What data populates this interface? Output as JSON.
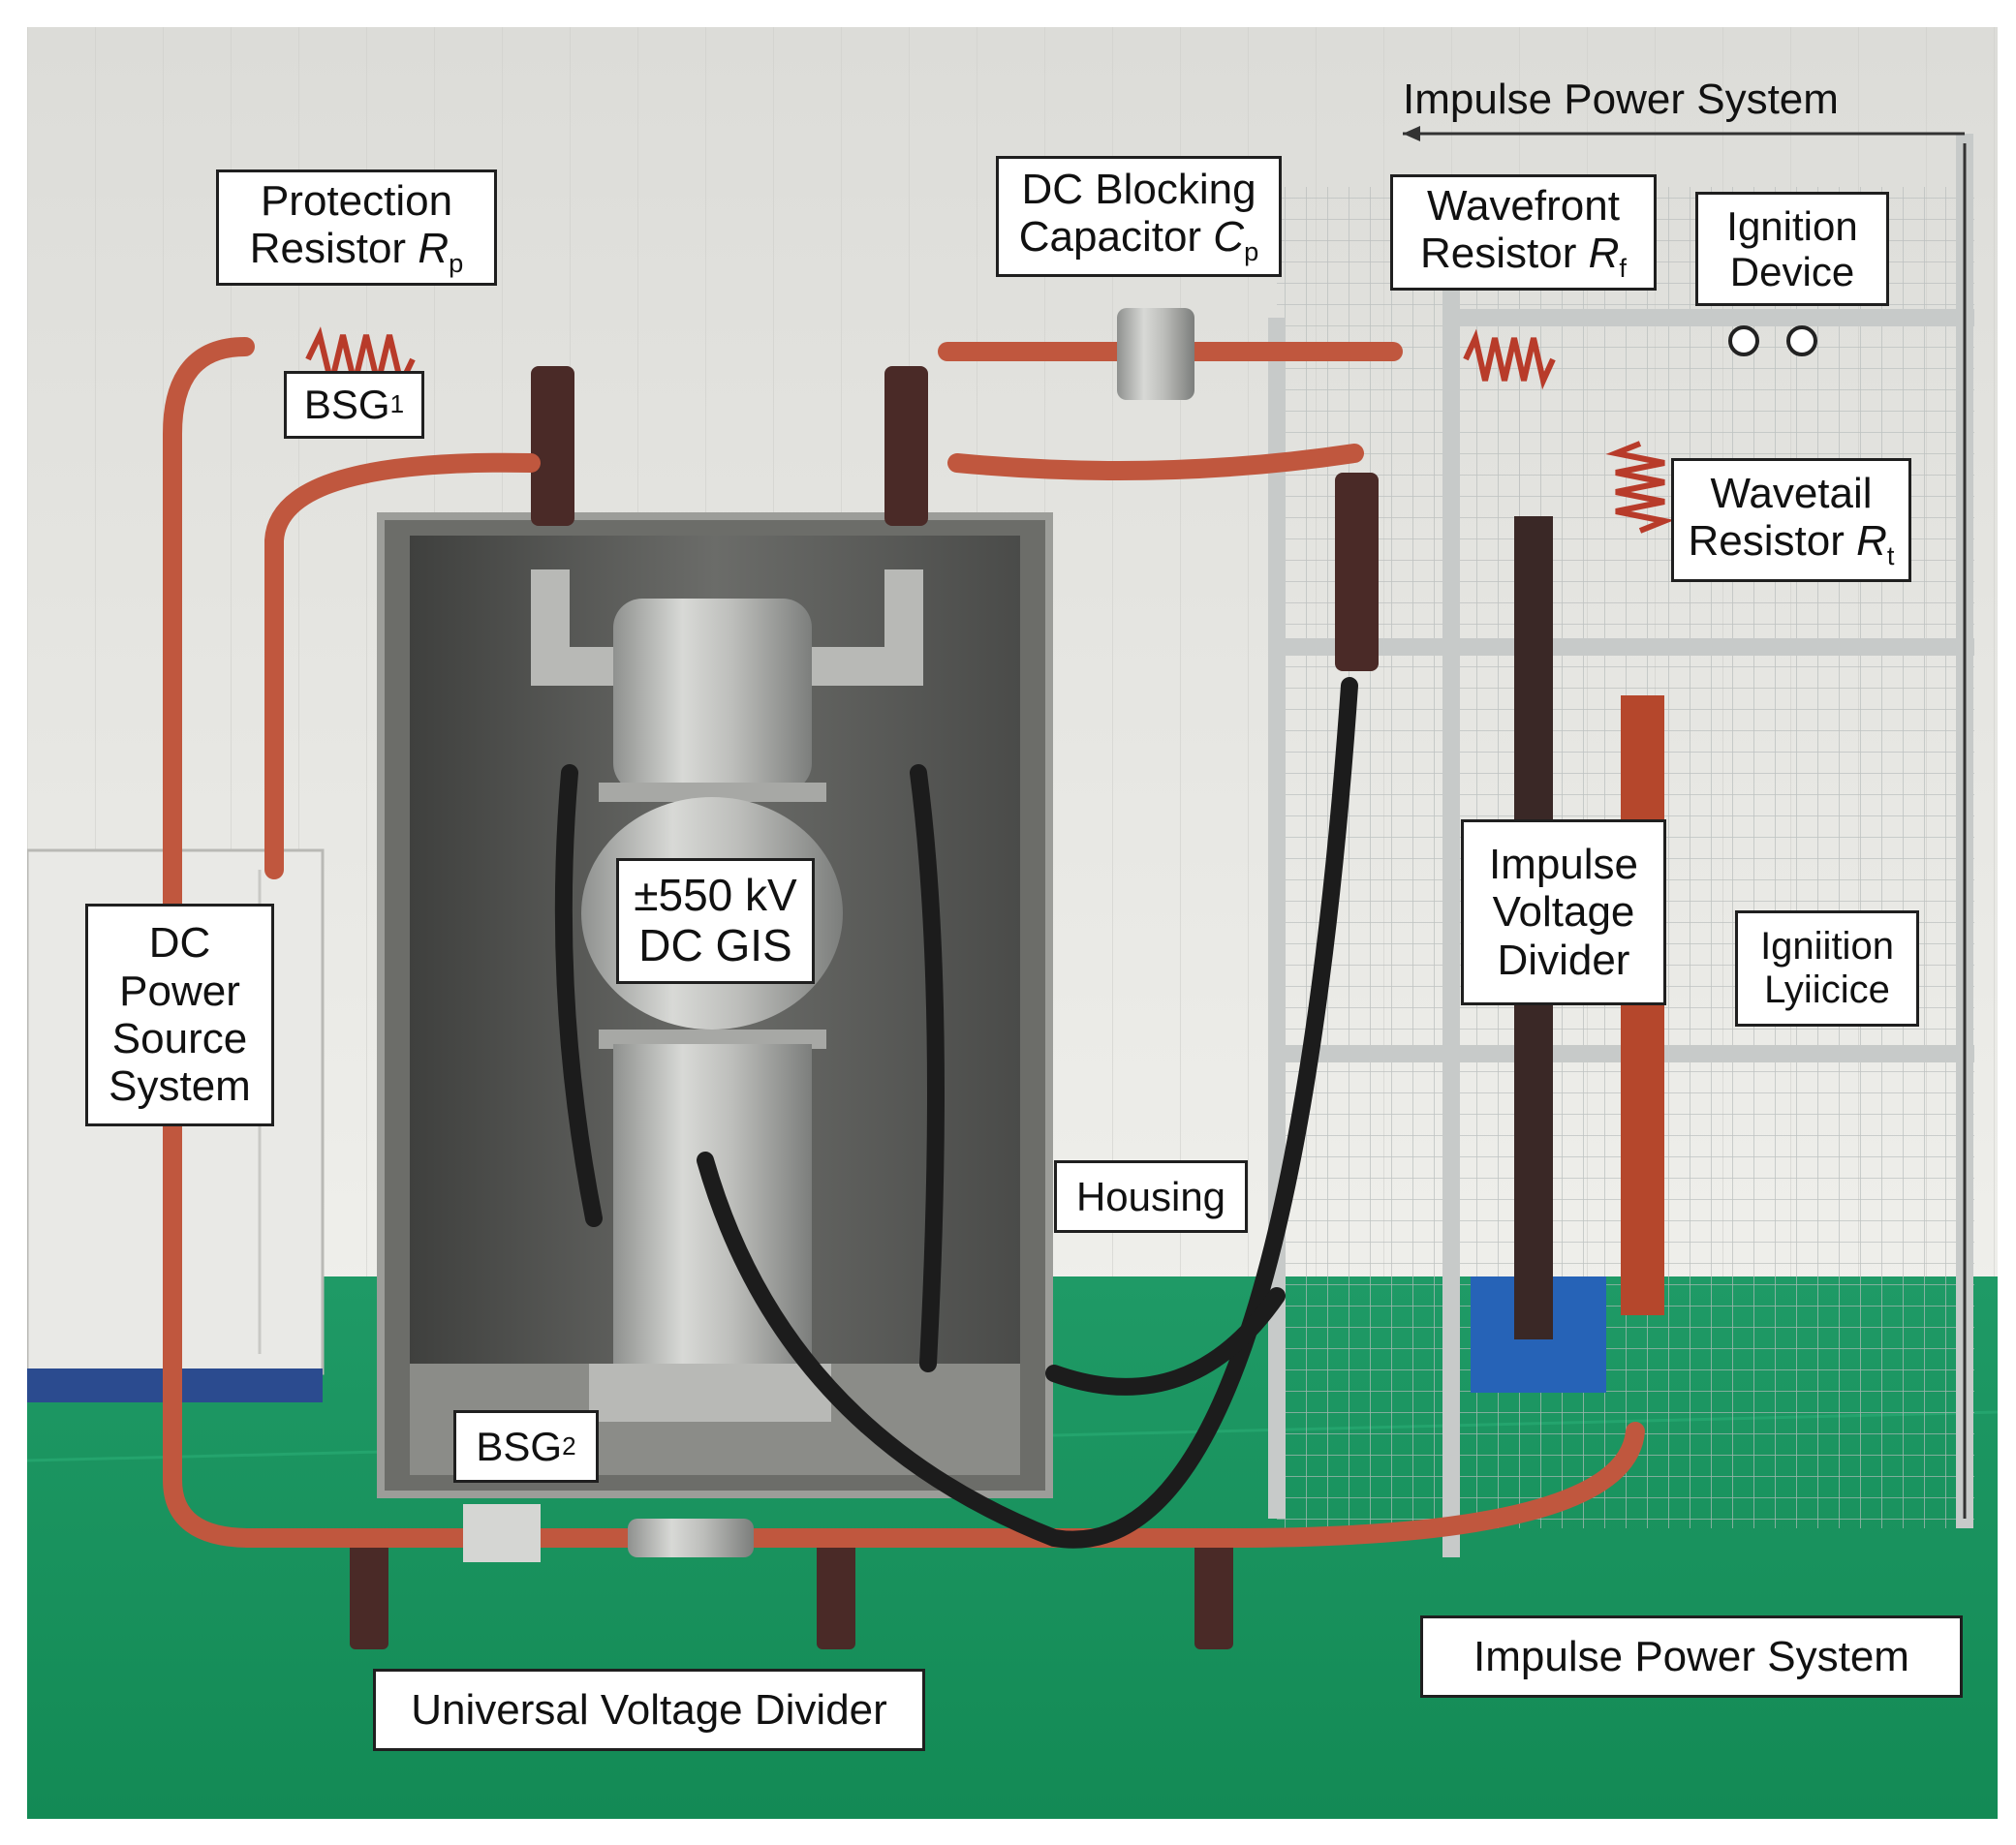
{
  "colors": {
    "floor": "#1a9b62",
    "wall": "#e6e6e2",
    "housing": "#5b5b58",
    "cable": "#c0573e",
    "insulator": "#4a2a27",
    "hv_cable": "#1c1c1c",
    "frame": "#c7cac9"
  },
  "labels": {
    "impulse_top": "Impulse Power System",
    "protection_resistor": {
      "line1": "Protection",
      "line2": "Resistor ",
      "sym": "R",
      "sub": "p"
    },
    "bsg1": {
      "text": "BSG",
      "sub": "1"
    },
    "dc_blocking": {
      "line1": "DC Blocking",
      "line2": "Capacitor ",
      "sym": "C",
      "sub": "p"
    },
    "wavefront": {
      "line1": "Wavefront",
      "line2": "Resistor ",
      "sym": "R",
      "sub": "f"
    },
    "ignition_device": {
      "line1": "Ignition",
      "line2": "Device"
    },
    "wavetail": {
      "line1": "Wavetail",
      "line2": "Resistor ",
      "sym": "R",
      "sub": "t"
    },
    "gis": {
      "line1": "±550 kV",
      "line2": "DC GIS"
    },
    "dc_power": {
      "line1": "DC",
      "line2": "Power",
      "line3": "Source",
      "line4": "System"
    },
    "impulse_divider": {
      "line1": "Impulse",
      "line2": "Voltage",
      "line3": "Divider"
    },
    "ignition_device_2": {
      "line1": "Igniition",
      "line2": "Lyiicice"
    },
    "housing": "Housing",
    "bsg2": {
      "text": "BSG",
      "sub": "2"
    },
    "universal_divider": "Universal Voltage Divider",
    "impulse_bottom": "Impulse Power System"
  }
}
